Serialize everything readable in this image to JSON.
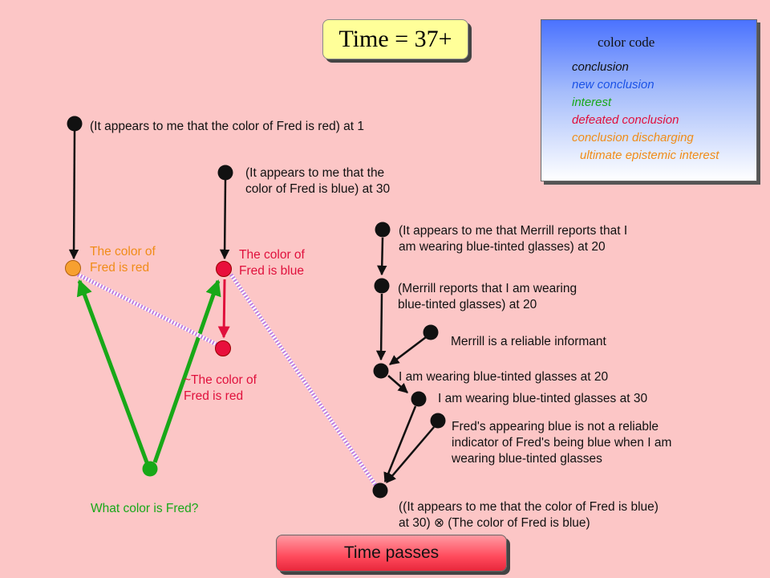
{
  "time_label": "Time = 37+",
  "legend": {
    "title": "color code",
    "items": [
      {
        "text": "conclusion",
        "color": "#111111"
      },
      {
        "text": "new conclusion",
        "color": "#1a52e6"
      },
      {
        "text": "interest",
        "color": "#18a818"
      },
      {
        "text": "defeated conclusion",
        "color": "#e0103c"
      },
      {
        "text": "conclusion discharging",
        "color": "#f08c18"
      },
      {
        "text": "ultimate epistemic interest",
        "color": "#f08c18"
      }
    ]
  },
  "nodes": {
    "n1": "(It appears to me that the color of Fred is red) at 1",
    "n2": [
      "(It appears to me that the",
      "color of Fred is blue) at 30"
    ],
    "n3": [
      "(It appears to me that Merrill reports that I",
      "am wearing blue-tinted glasses) at 20"
    ],
    "n4": [
      "(Merrill reports that I am wearing",
      "blue-tinted glasses) at 20"
    ],
    "n5": "Merrill is a reliable informant",
    "n6": "I am wearing blue-tinted glasses at 20",
    "n7": "I am wearing blue-tinted glasses at 30",
    "n8": [
      "Fred's appearing blue is not a reliable",
      "indicator of Fred's being blue when I am",
      "wearing blue-tinted glasses"
    ],
    "n9": [
      "((It appears to me that the color of Fred is blue)",
      "at 30) ⊗ (The color of Fred is blue)"
    ],
    "red_conclusion": [
      "The color of",
      "Fred is red"
    ],
    "blue_conclusion": [
      "The color of",
      "Fred is blue"
    ],
    "not_red": [
      "~The color of",
      "Fred is red"
    ],
    "question": "What color is Fred?"
  },
  "colors": {
    "background": "#fcc6c6",
    "conclusion": "#111111",
    "interest": "#18a818",
    "defeated": "#e0103c",
    "discharging": "#f08c18",
    "defeat_link": "#c080e0"
  },
  "button": {
    "label": "Time passes"
  }
}
